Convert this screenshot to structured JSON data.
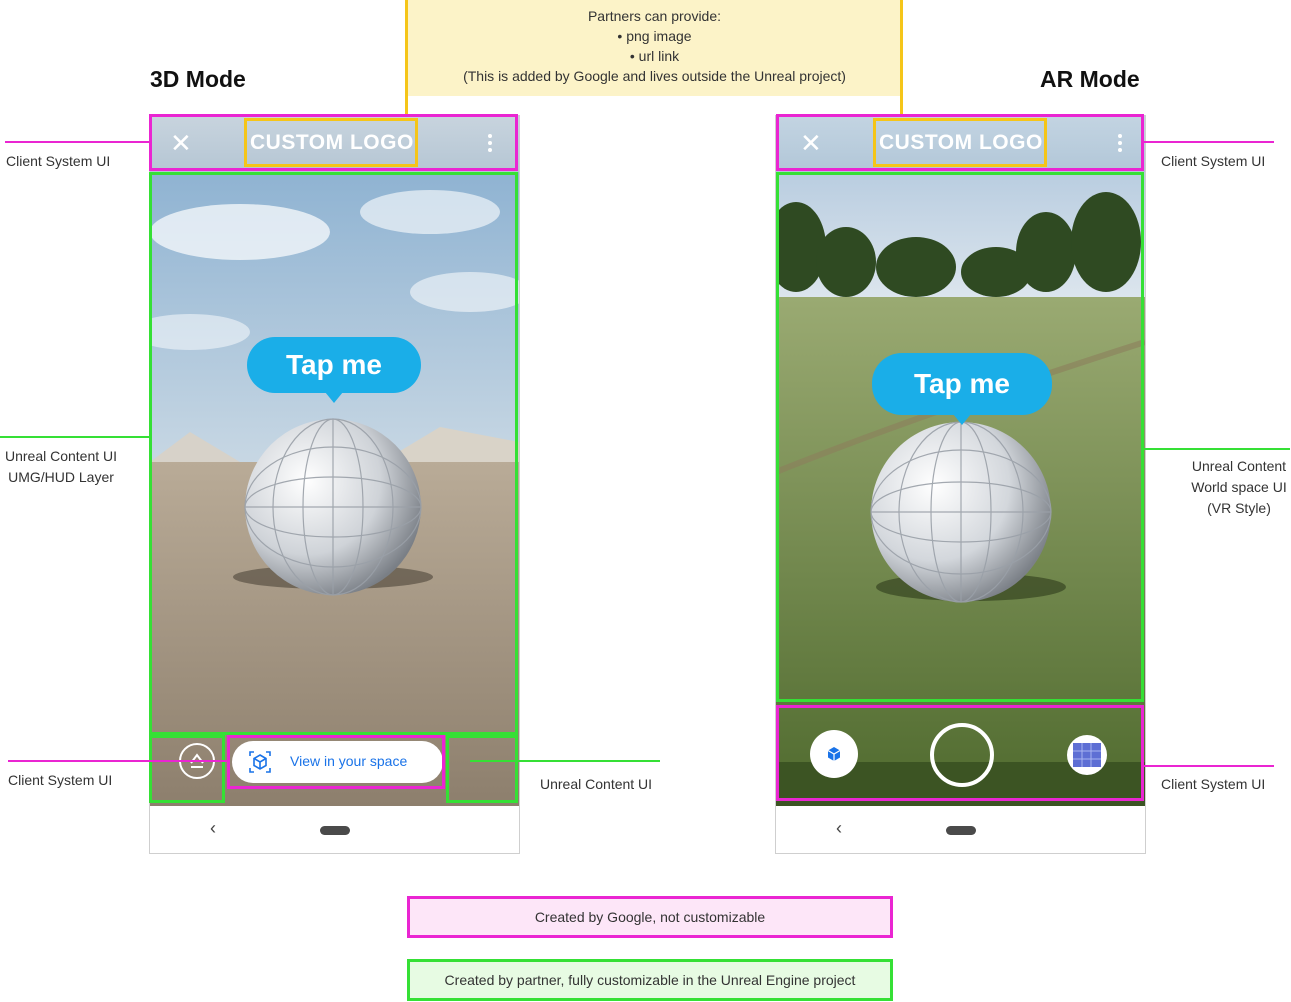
{
  "note": {
    "heading": "Partners can provide:",
    "items": [
      "png image",
      "url link"
    ],
    "footer": "(This is added by Google and lives outside the Unreal project)"
  },
  "titles": {
    "left": "3D Mode",
    "right": "AR Mode"
  },
  "phone_3d": {
    "logo": "CUSTOM LOGO",
    "bubble": "Tap me",
    "view_button": "View in your space"
  },
  "phone_ar": {
    "logo": "CUSTOM LOGO",
    "bubble": "Tap me"
  },
  "labels": {
    "left_client_top": "Client System UI",
    "left_unreal_line1": "Unreal Content UI",
    "left_unreal_line2": "UMG/HUD Layer",
    "left_client_bottom": "Client System UI",
    "mid_unreal": "Unreal Content UI",
    "right_client_top": "Client System UI",
    "right_unreal_line1": "Unreal Content",
    "right_unreal_line2": "World space UI",
    "right_unreal_line3": "(VR Style)",
    "right_client_bottom": "Client System UI"
  },
  "legend": {
    "google": "Created by Google, not customizable",
    "partner": "Created by partner, fully customizable in the Unreal Engine project"
  },
  "colors": {
    "google": "#ea25d2",
    "partner": "#35e035",
    "partner_provided": "#f5c518",
    "bubble": "#1aaee8"
  }
}
